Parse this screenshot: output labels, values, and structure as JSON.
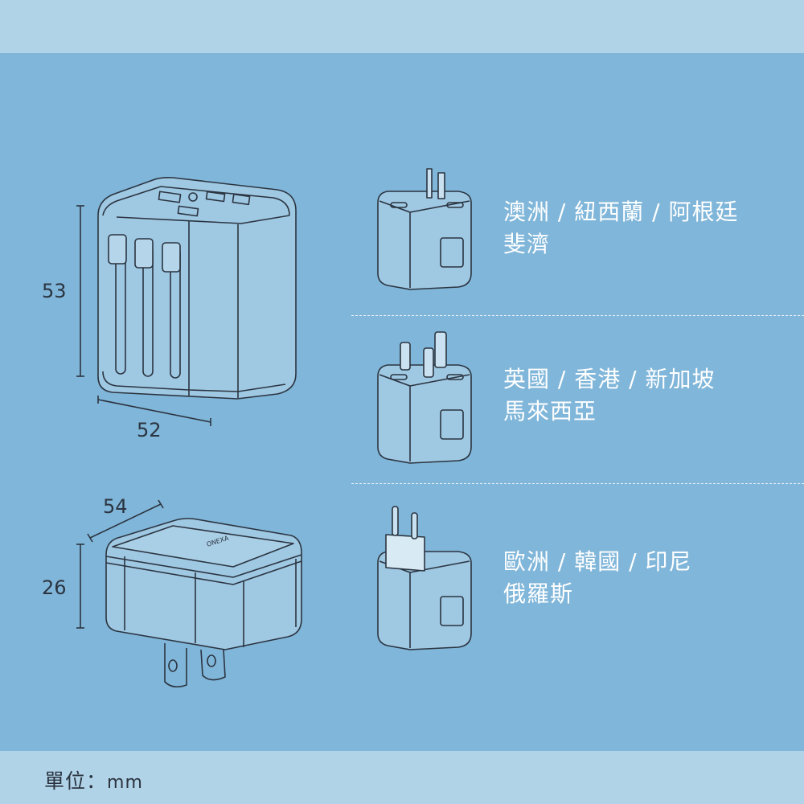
{
  "dimensions": {
    "height_large": "53",
    "width_large": "52",
    "depth_small": "54",
    "height_small": "26"
  },
  "regions": [
    {
      "line1": "澳洲 / 紐西蘭 / 阿根廷",
      "line2": "斐濟"
    },
    {
      "line1": "英國 / 香港 / 新加坡",
      "line2": "馬來西亞"
    },
    {
      "line1": "歐洲 / 韓國 / 印尼",
      "line2": "俄羅斯"
    }
  ],
  "footer": {
    "unit_label": "單位：",
    "unit_value": "mm"
  },
  "colors": {
    "background": "#80b6d9",
    "band": "#b1d3e8",
    "line": "#2b3440",
    "body": "#9fc8e3"
  }
}
